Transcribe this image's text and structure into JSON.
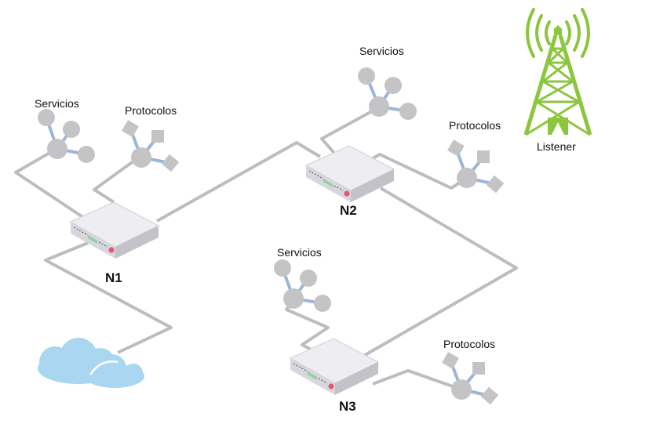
{
  "nodes": [
    {
      "id": "n1",
      "label": "N1"
    },
    {
      "id": "n2",
      "label": "N2"
    },
    {
      "id": "n3",
      "label": "N3"
    }
  ],
  "labels": {
    "services_n1": "Servicios",
    "protocols_n1": "Protocolos",
    "services_n2": "Servicios",
    "protocols_n2": "Protocolos",
    "services_n3": "Servicios",
    "protocols_n3": "Protocolos",
    "listener": "Listener"
  },
  "colors": {
    "link": "#bdbdbd",
    "cluster": "#c4c4c6",
    "spoke": "#9bb6d6",
    "router_top": "#eeeef2",
    "router_front": "#d6d6dc",
    "router_side": "#c2c2c8",
    "led_green": "#8fd19e",
    "led_red": "#e8556b",
    "cloud": "#a9d6f0",
    "tower": "#8cc63f"
  },
  "icons": [
    "router-icon",
    "cloud-icon",
    "tower-icon",
    "service-cluster-icon",
    "protocol-cluster-icon"
  ]
}
